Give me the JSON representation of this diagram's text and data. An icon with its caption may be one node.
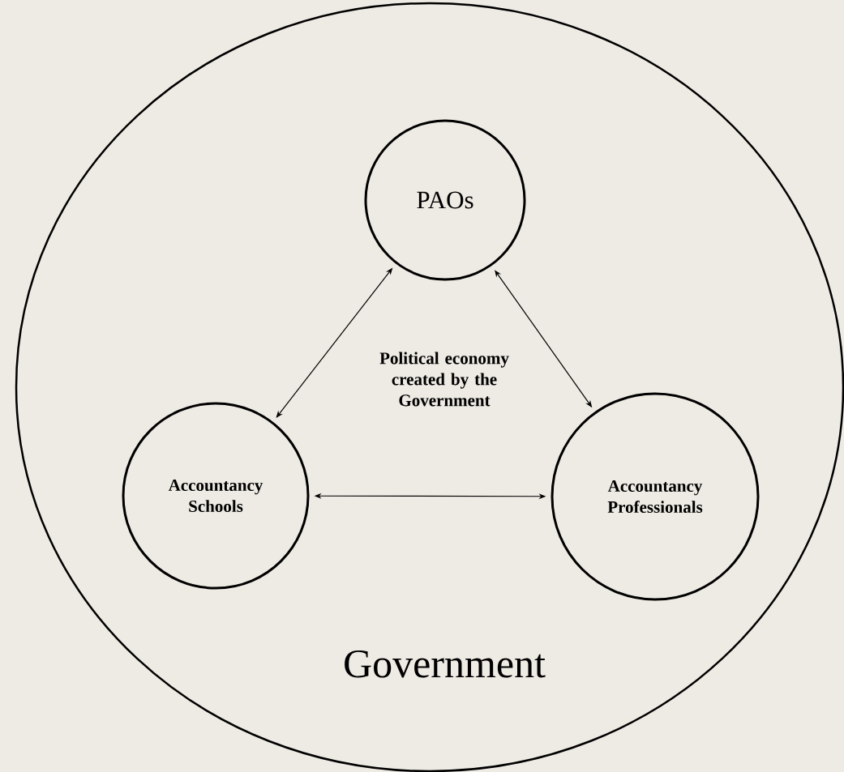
{
  "diagram": {
    "nodes": [
      {
        "text": [
          "Government"
        ]
      },
      {
        "text": [
          "PAOs"
        ],
        "in": 0
      },
      {
        "text": [
          "Accountancy Schools"
        ],
        "in": 0
      },
      {
        "text": [
          "Accountancy Professionals"
        ],
        "in": 0
      }
    ],
    "edges": [
      {
        "from": 1,
        "to": 2,
        "arrow": "both"
      },
      {
        "from": 1,
        "to": 3,
        "arrow": "both"
      },
      {
        "from": 2,
        "to": 3,
        "arrow": "both"
      }
    ],
    "labels": [
      "Political economy created by the Government"
    ]
  }
}
